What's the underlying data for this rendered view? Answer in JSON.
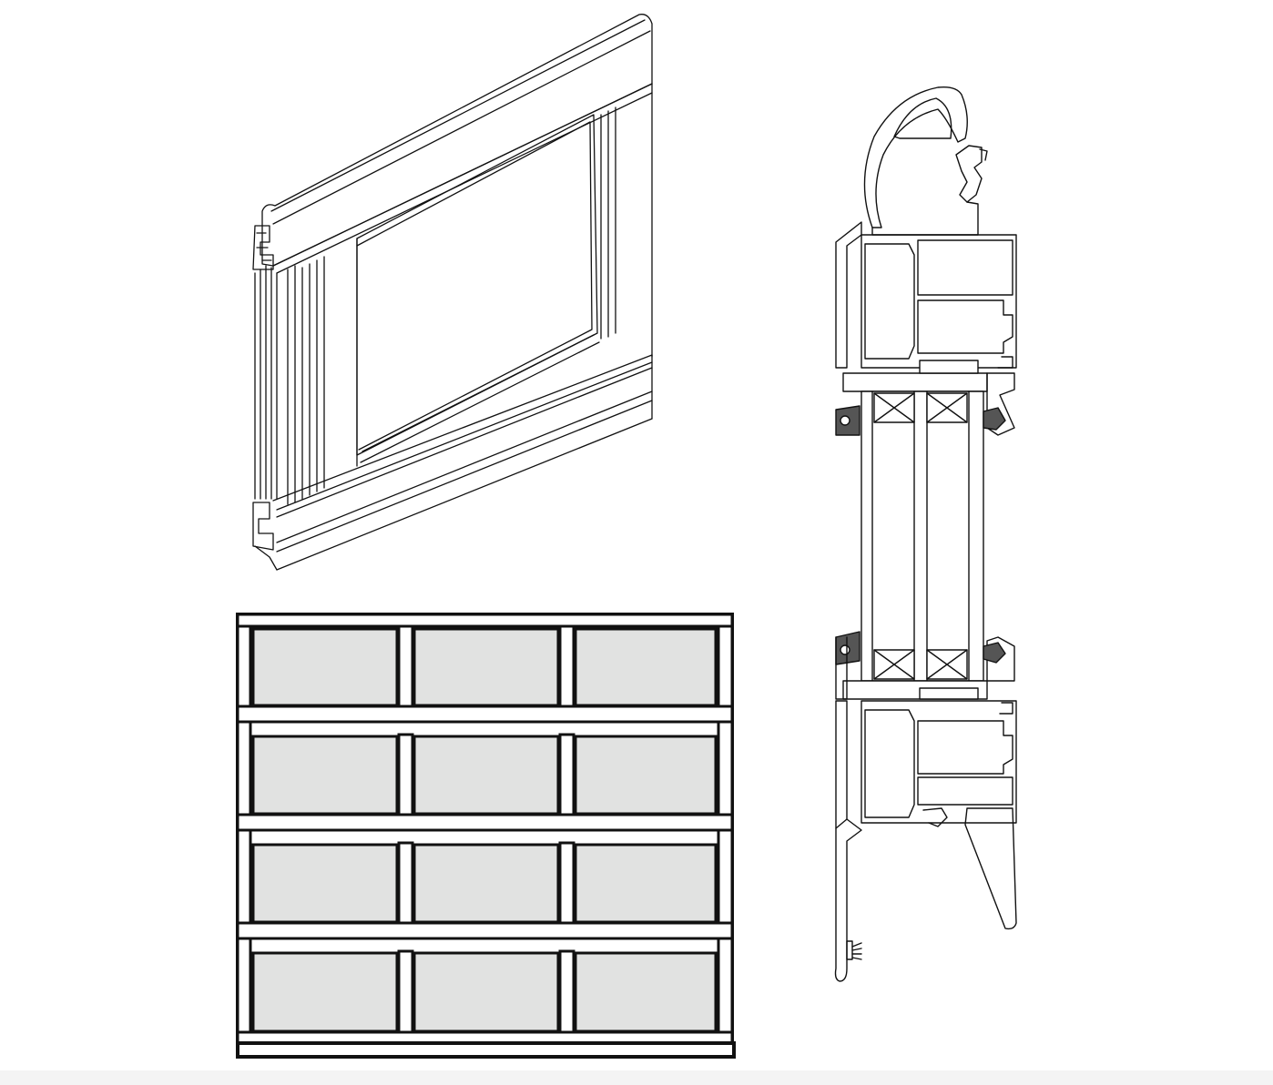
{
  "figure": {
    "views": [
      {
        "id": "isometric-panel-section",
        "kind": "isometric drawing"
      },
      {
        "id": "door-front-elevation",
        "kind": "front elevation",
        "rows": 4,
        "columns": 3
      },
      {
        "id": "profile-cross-section",
        "kind": "cross-section"
      }
    ],
    "colors": {
      "line": "#111111",
      "glazing_fill": "#e1e2e1",
      "background": "#ffffff",
      "gasket": "#444444"
    }
  }
}
